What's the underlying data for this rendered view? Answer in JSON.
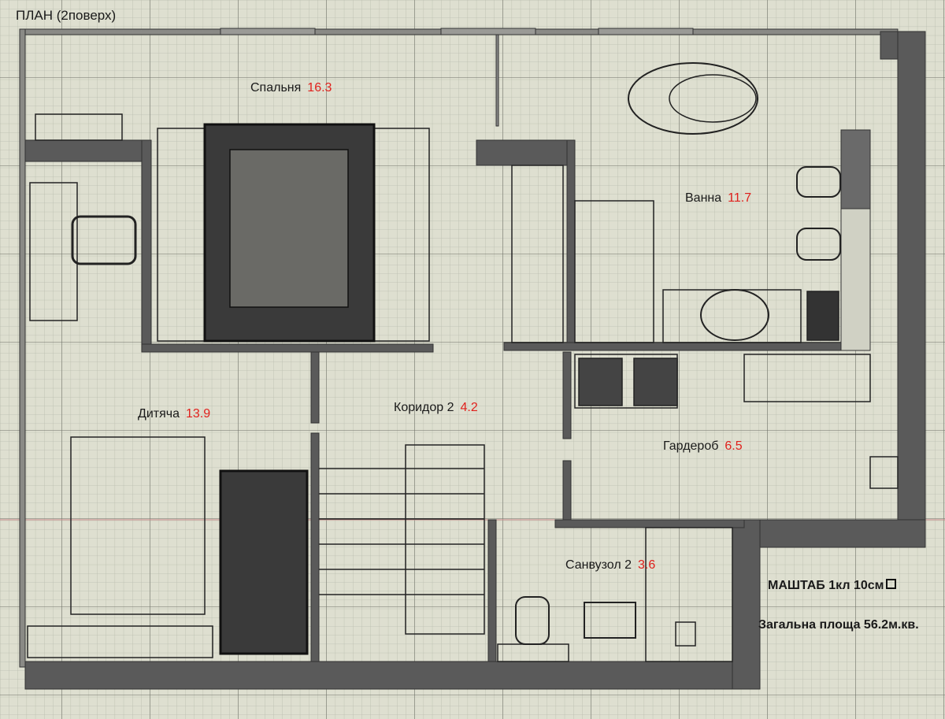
{
  "title": "ПЛАН (2поверх)",
  "rooms": [
    {
      "name": "Спальня",
      "area": "16.3"
    },
    {
      "name": "Ванна",
      "area": "11.7"
    },
    {
      "name": "Дитяча",
      "area": "13.9"
    },
    {
      "name": "Коридор 2",
      "area": "4.2"
    },
    {
      "name": "Гардероб",
      "area": "6.5"
    },
    {
      "name": "Санвузол 2",
      "area": "3.6"
    }
  ],
  "scale_note": "МАШТАБ 1кл 10см",
  "total_area": "Загальна площа 56.2м.кв.",
  "colors": {
    "background": "#dedfd0",
    "wall": "#5a5a5a",
    "area_text": "#e0201c"
  }
}
